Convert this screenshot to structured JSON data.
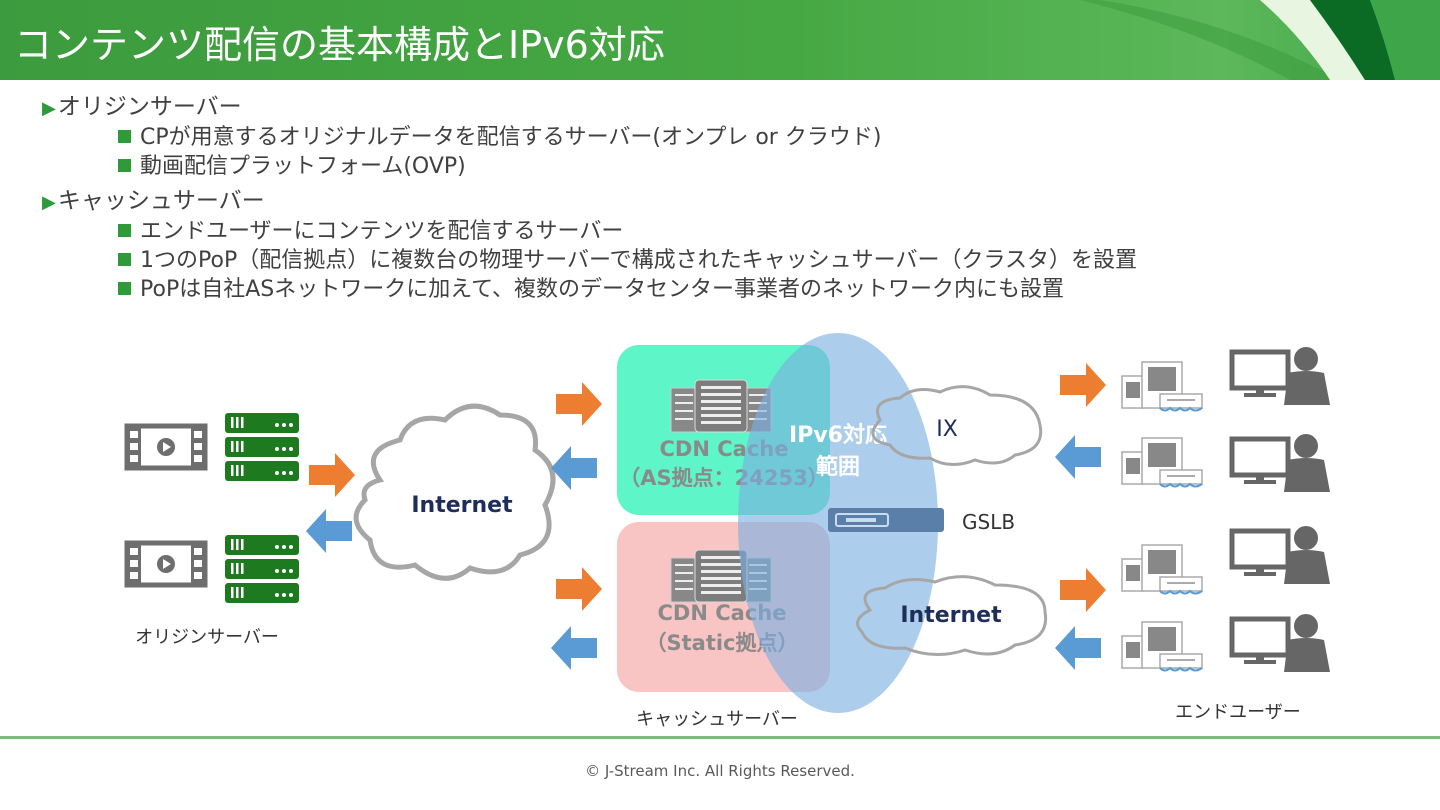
{
  "header": {
    "title": "コンテンツ配信の基本構成とIPv6対応",
    "brand_color": "#46a843"
  },
  "bullets": [
    {
      "heading": "オリジンサーバー",
      "items": [
        "CPが用意するオリジナルデータを配信するサーバー(オンプレ or クラウド)",
        "動画配信プラットフォーム(OVP)"
      ]
    },
    {
      "heading": "キャッシュサーバー",
      "items": [
        "エンドユーザーにコンテンツを配信するサーバー",
        "1つのPoP（配信拠点）に複数台の物理サーバーで構成されたキャッシュサーバー（クラスタ）を設置",
        "PoPは自社ASネットワークに加えて、複数のデータセンター事業者のネットワーク内にも設置"
      ]
    }
  ],
  "diagram": {
    "origin_label": "オリジンサーバー",
    "internet_left": "Internet",
    "cache_as_title": "CDN Cache",
    "cache_as_sub": "（AS拠点：24253）",
    "cache_static_title": "CDN Cache",
    "cache_static_sub": "（Static拠点）",
    "cache_label": "キャッシュサーバー",
    "ipv6_line1": "IPv6対応",
    "ipv6_line2": "範囲",
    "ix_label": "IX",
    "gslb_label": "GSLB",
    "internet_right": "Internet",
    "enduser_label": "エンドユーザー",
    "colors": {
      "arrow_out": "#ed7d31",
      "arrow_in": "#5b9bd5",
      "server_green": "#1e7a1e",
      "cache_as_bg": "#5ef5c8",
      "cache_static_bg": "#f9c4c4",
      "ipv6_ellipse": "#9dc3e6",
      "cloud_text": "#1f2d5a"
    }
  },
  "footer": {
    "copyright": "© J-Stream Inc. All Rights Reserved."
  }
}
